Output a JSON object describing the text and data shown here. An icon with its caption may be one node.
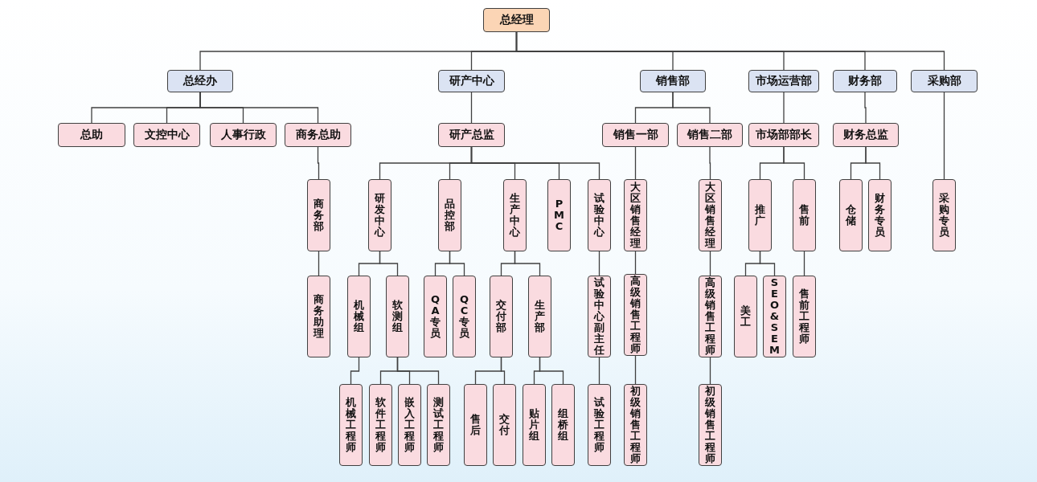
{
  "diagram": {
    "nodes": [
      {
        "text": [
          "总经理"
        ]
      },
      {
        "text": [
          "总经办"
        ]
      },
      {
        "text": [
          "研产中心"
        ]
      },
      {
        "text": [
          "销售部"
        ]
      },
      {
        "text": [
          "市场运营部"
        ]
      },
      {
        "text": [
          "财务部"
        ]
      },
      {
        "text": [
          "采购部"
        ]
      },
      {
        "text": [
          "总助"
        ]
      },
      {
        "text": [
          "文控中心"
        ]
      },
      {
        "text": [
          "人事行政"
        ]
      },
      {
        "text": [
          "商务总助"
        ]
      },
      {
        "text": [
          "研产总监"
        ]
      },
      {
        "text": [
          "销售一部"
        ]
      },
      {
        "text": [
          "销售二部"
        ]
      },
      {
        "text": [
          "市场部部长"
        ]
      },
      {
        "text": [
          "财务总监"
        ]
      },
      {
        "text": [
          "商务部"
        ]
      },
      {
        "text": [
          "研发中心"
        ]
      },
      {
        "text": [
          "品控部"
        ]
      },
      {
        "text": [
          "生产中心"
        ]
      },
      {
        "text": [
          "PMC"
        ]
      },
      {
        "text": [
          "试验中心"
        ]
      },
      {
        "text": [
          "大区销售经理"
        ]
      },
      {
        "text": [
          "大区销售经理"
        ]
      },
      {
        "text": [
          "推广"
        ]
      },
      {
        "text": [
          "售前"
        ]
      },
      {
        "text": [
          "仓储"
        ]
      },
      {
        "text": [
          "财务专员"
        ]
      },
      {
        "text": [
          "采购专员"
        ]
      },
      {
        "text": [
          "商务助理"
        ]
      },
      {
        "text": [
          "机械组"
        ]
      },
      {
        "text": [
          "软测组"
        ]
      },
      {
        "text": [
          "QA专员"
        ]
      },
      {
        "text": [
          "QC专员"
        ]
      },
      {
        "text": [
          "交付部"
        ]
      },
      {
        "text": [
          "生产部"
        ]
      },
      {
        "text": [
          "试验中心副主任"
        ]
      },
      {
        "text": [
          "高级销售工程师"
        ]
      },
      {
        "text": [
          "高级销售工程师"
        ]
      },
      {
        "text": [
          "美工"
        ]
      },
      {
        "text": [
          "SEO&SEM"
        ]
      },
      {
        "text": [
          "售前工程师"
        ]
      },
      {
        "text": [
          "机械工程师"
        ]
      },
      {
        "text": [
          "软件工程师"
        ]
      },
      {
        "text": [
          "嵌入工程师"
        ]
      },
      {
        "text": [
          "测试工程师"
        ]
      },
      {
        "text": [
          "售后"
        ]
      },
      {
        "text": [
          "交付"
        ]
      },
      {
        "text": [
          "贴片组"
        ]
      },
      {
        "text": [
          "组桥组"
        ]
      },
      {
        "text": [
          "试验工程师"
        ]
      },
      {
        "text": [
          "初级销售工程师"
        ]
      },
      {
        "text": [
          "初级销售工程师"
        ]
      }
    ],
    "edges": [
      {
        "from": 0,
        "to": 1,
        "arrow": "none"
      },
      {
        "from": 0,
        "to": 2,
        "arrow": "none"
      },
      {
        "from": 0,
        "to": 3,
        "arrow": "none"
      },
      {
        "from": 0,
        "to": 4,
        "arrow": "none"
      },
      {
        "from": 0,
        "to": 5,
        "arrow": "none"
      },
      {
        "from": 0,
        "to": 6,
        "arrow": "none"
      },
      {
        "from": 1,
        "to": 7,
        "arrow": "none"
      },
      {
        "from": 1,
        "to": 8,
        "arrow": "none"
      },
      {
        "from": 1,
        "to": 9,
        "arrow": "none"
      },
      {
        "from": 1,
        "to": 10,
        "arrow": "none"
      },
      {
        "from": 2,
        "to": 11,
        "arrow": "none"
      },
      {
        "from": 3,
        "to": 12,
        "arrow": "none"
      },
      {
        "from": 3,
        "to": 13,
        "arrow": "none"
      },
      {
        "from": 4,
        "to": 14,
        "arrow": "none"
      },
      {
        "from": 5,
        "to": 15,
        "arrow": "none"
      },
      {
        "from": 10,
        "to": 16,
        "arrow": "none"
      },
      {
        "from": 11,
        "to": 17,
        "arrow": "none"
      },
      {
        "from": 11,
        "to": 18,
        "arrow": "none"
      },
      {
        "from": 11,
        "to": 19,
        "arrow": "none"
      },
      {
        "from": 11,
        "to": 20,
        "arrow": "none"
      },
      {
        "from": 11,
        "to": 21,
        "arrow": "none"
      },
      {
        "from": 12,
        "to": 22,
        "arrow": "none"
      },
      {
        "from": 13,
        "to": 23,
        "arrow": "none"
      },
      {
        "from": 14,
        "to": 24,
        "arrow": "none"
      },
      {
        "from": 14,
        "to": 25,
        "arrow": "none"
      },
      {
        "from": 15,
        "to": 26,
        "arrow": "none"
      },
      {
        "from": 15,
        "to": 27,
        "arrow": "none"
      },
      {
        "from": 6,
        "to": 28,
        "arrow": "none"
      },
      {
        "from": 16,
        "to": 29,
        "arrow": "none"
      },
      {
        "from": 17,
        "to": 30,
        "arrow": "none"
      },
      {
        "from": 17,
        "to": 31,
        "arrow": "none"
      },
      {
        "from": 18,
        "to": 32,
        "arrow": "none"
      },
      {
        "from": 18,
        "to": 33,
        "arrow": "none"
      },
      {
        "from": 19,
        "to": 34,
        "arrow": "none"
      },
      {
        "from": 19,
        "to": 35,
        "arrow": "none"
      },
      {
        "from": 21,
        "to": 36,
        "arrow": "none"
      },
      {
        "from": 22,
        "to": 37,
        "arrow": "none"
      },
      {
        "from": 23,
        "to": 38,
        "arrow": "none"
      },
      {
        "from": 24,
        "to": 39,
        "arrow": "none"
      },
      {
        "from": 24,
        "to": 40,
        "arrow": "none"
      },
      {
        "from": 25,
        "to": 41,
        "arrow": "none"
      },
      {
        "from": 30,
        "to": 42,
        "arrow": "none"
      },
      {
        "from": 31,
        "to": 43,
        "arrow": "none"
      },
      {
        "from": 31,
        "to": 44,
        "arrow": "none"
      },
      {
        "from": 31,
        "to": 45,
        "arrow": "none"
      },
      {
        "from": 34,
        "to": 46,
        "arrow": "none"
      },
      {
        "from": 34,
        "to": 47,
        "arrow": "none"
      },
      {
        "from": 35,
        "to": 48,
        "arrow": "none"
      },
      {
        "from": 35,
        "to": 49,
        "arrow": "none"
      },
      {
        "from": 36,
        "to": 50,
        "arrow": "none"
      },
      {
        "from": 37,
        "to": 51,
        "arrow": "none"
      },
      {
        "from": 38,
        "to": 52,
        "arrow": "none"
      }
    ]
  }
}
